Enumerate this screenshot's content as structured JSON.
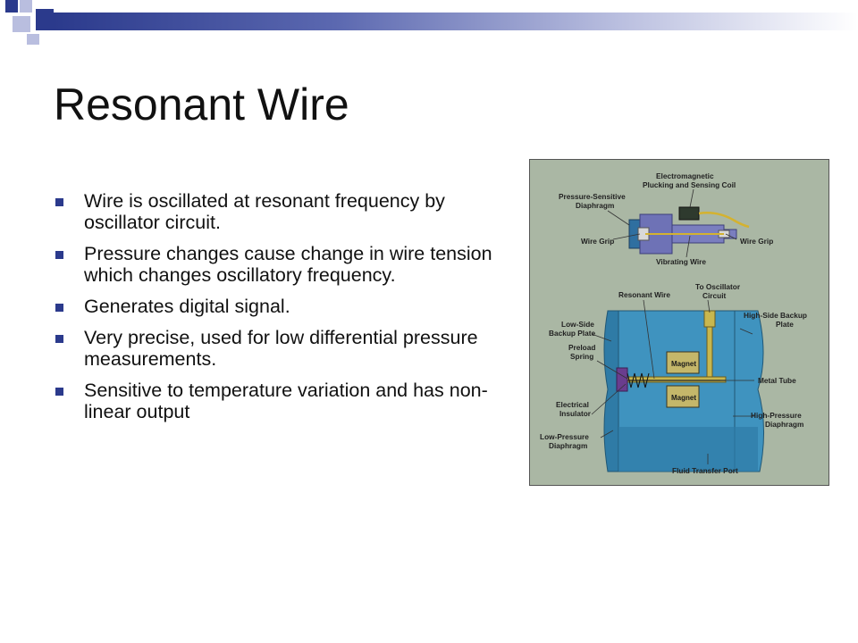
{
  "slide": {
    "title": "Resonant Wire",
    "bullets": [
      "Wire is oscillated at resonant frequency by oscillator circuit.",
      "Pressure changes cause change in wire tension which changes oscillatory frequency.",
      "Generates digital signal.",
      "Very precise, used for low differential pressure measurements.",
      "Sensitive to temperature variation and has non-linear output"
    ],
    "theme": {
      "accent": "#2b3a8c",
      "accent_light": "#7a85c4",
      "figure_bg": "#aab7a4"
    }
  },
  "figure": {
    "top_labels": {
      "coil_line1": "Electromagnetic",
      "coil_line2": "Plucking and Sensing Coil",
      "diaphragm_line1": "Pressure-Sensitive",
      "diaphragm_line2": "Diaphragm",
      "wire_grip_left": "Wire Grip",
      "wire_grip_right": "Wire Grip",
      "vibrating_wire": "Vibrating Wire"
    },
    "bottom_labels": {
      "resonant_wire": "Resonant Wire",
      "osc_line1": "To Oscillator",
      "osc_line2": "Circuit",
      "low_backup_line1": "Low-Side",
      "low_backup_line2": "Backup Plate",
      "preload_line1": "Preload",
      "preload_line2": "Spring",
      "high_backup_line1": "High-Side Backup",
      "high_backup_line2": "Plate",
      "metal_tube": "Metal Tube",
      "insulator_line1": "Electrical",
      "insulator_line2": "Insulator",
      "high_diaphragm_line1": "High-Pressure",
      "high_diaphragm_line2": "Diaphragm",
      "low_diaphragm_line1": "Low-Pressure",
      "low_diaphragm_line2": "Diaphragm",
      "fluid_port": "Fluid Transfer Port",
      "magnet_top": "Magnet",
      "magnet_bottom": "Magnet"
    }
  }
}
